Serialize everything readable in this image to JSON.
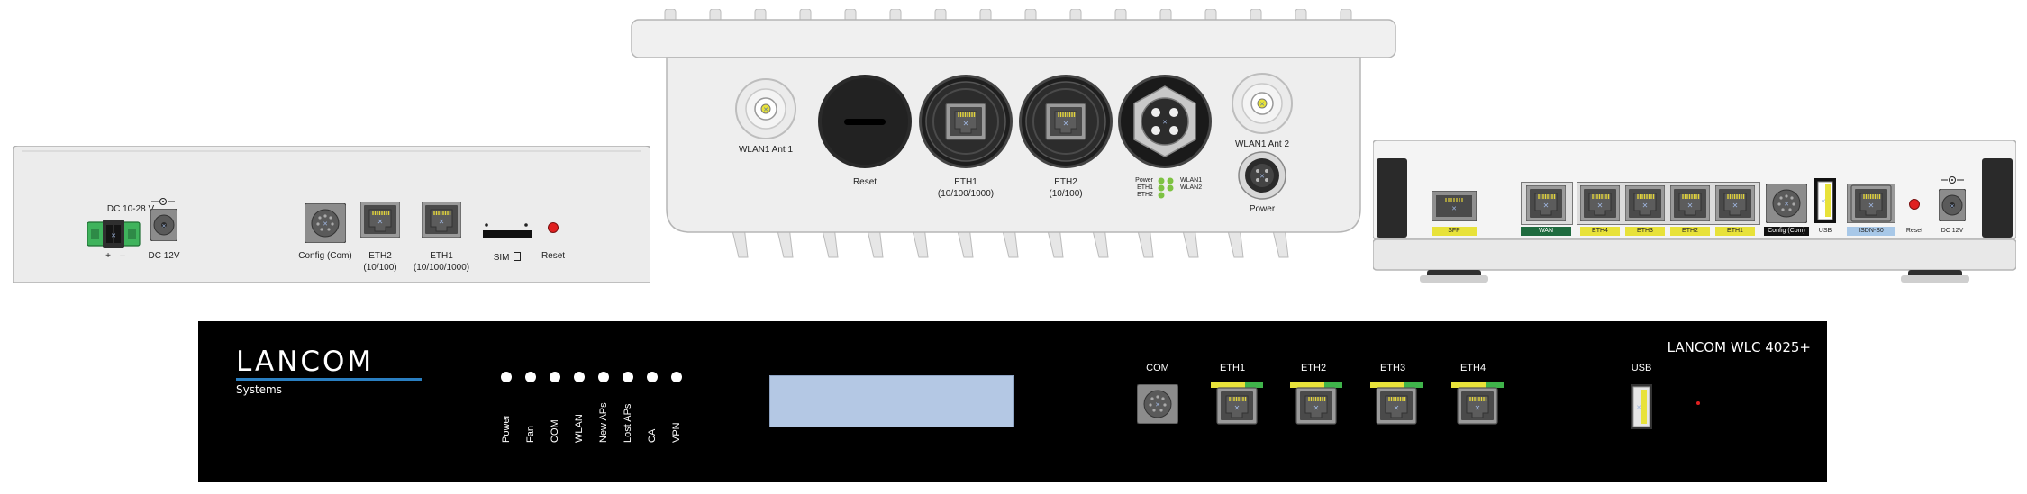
{
  "left_device": {
    "labels": {
      "dc_input": "DC 10-28 V",
      "plus": "+",
      "minus": "–",
      "dc12": "DC 12V",
      "config": "Config (Com)",
      "eth2": "ETH2",
      "eth2_speed": "(10/100)",
      "eth1": "ETH1",
      "eth1_speed": "(10/100/1000)",
      "sim": "SIM",
      "reset": "Reset"
    },
    "colors": {
      "body": "#ececec",
      "terminal": "#3fb35c",
      "reset_button": "#e02020"
    }
  },
  "outdoor_device": {
    "labels": {
      "ant1": "WLAN1 Ant 1",
      "ant2": "WLAN1 Ant 2",
      "reset": "Reset",
      "eth1": "ETH1",
      "eth1_speed": "(10/100/1000)",
      "eth2": "ETH2",
      "eth2_speed": "(10/100)",
      "power": "Power",
      "led_power": "Power",
      "led_eth1": "ETH1",
      "led_eth2": "ETH2",
      "led_wlan1": "WLAN1",
      "led_wlan2": "WLAN2"
    },
    "colors": {
      "body": "#eeeeee",
      "led": "#7dc242"
    }
  },
  "right_device": {
    "labels": {
      "sfp": "SFP",
      "wan": "WAN",
      "eth4": "ETH4",
      "eth3": "ETH3",
      "eth2": "ETH2",
      "eth1": "ETH1",
      "config": "Config (Com)",
      "usb": "USB",
      "isdn": "ISDN-S0",
      "reset": "Reset",
      "dc12": "DC 12V"
    },
    "colors": {
      "sfp_tag": "#e8e23a",
      "wan_tag": "#1f6b3f",
      "eth_tag": "#e8e23a",
      "isdn_tag": "#a8c8e8",
      "reset_button": "#e02020"
    }
  },
  "front_device": {
    "brand": "LANCOM",
    "subbrand": "Systems",
    "model": "LANCOM WLC 4025+",
    "leds": [
      "Power",
      "Fan",
      "COM",
      "WLAN",
      "New APs",
      "Lost APs",
      "CA",
      "VPN"
    ],
    "ports": {
      "com": "COM",
      "eth1": "ETH1",
      "eth2": "ETH2",
      "eth3": "ETH3",
      "eth4": "ETH4",
      "usb": "USB"
    },
    "colors": {
      "body": "#000000",
      "display": "#b4c8e4",
      "brand_line": "#2a7fc1",
      "eth_yellow": "#e8e23a",
      "eth_green": "#3fb34a"
    }
  }
}
